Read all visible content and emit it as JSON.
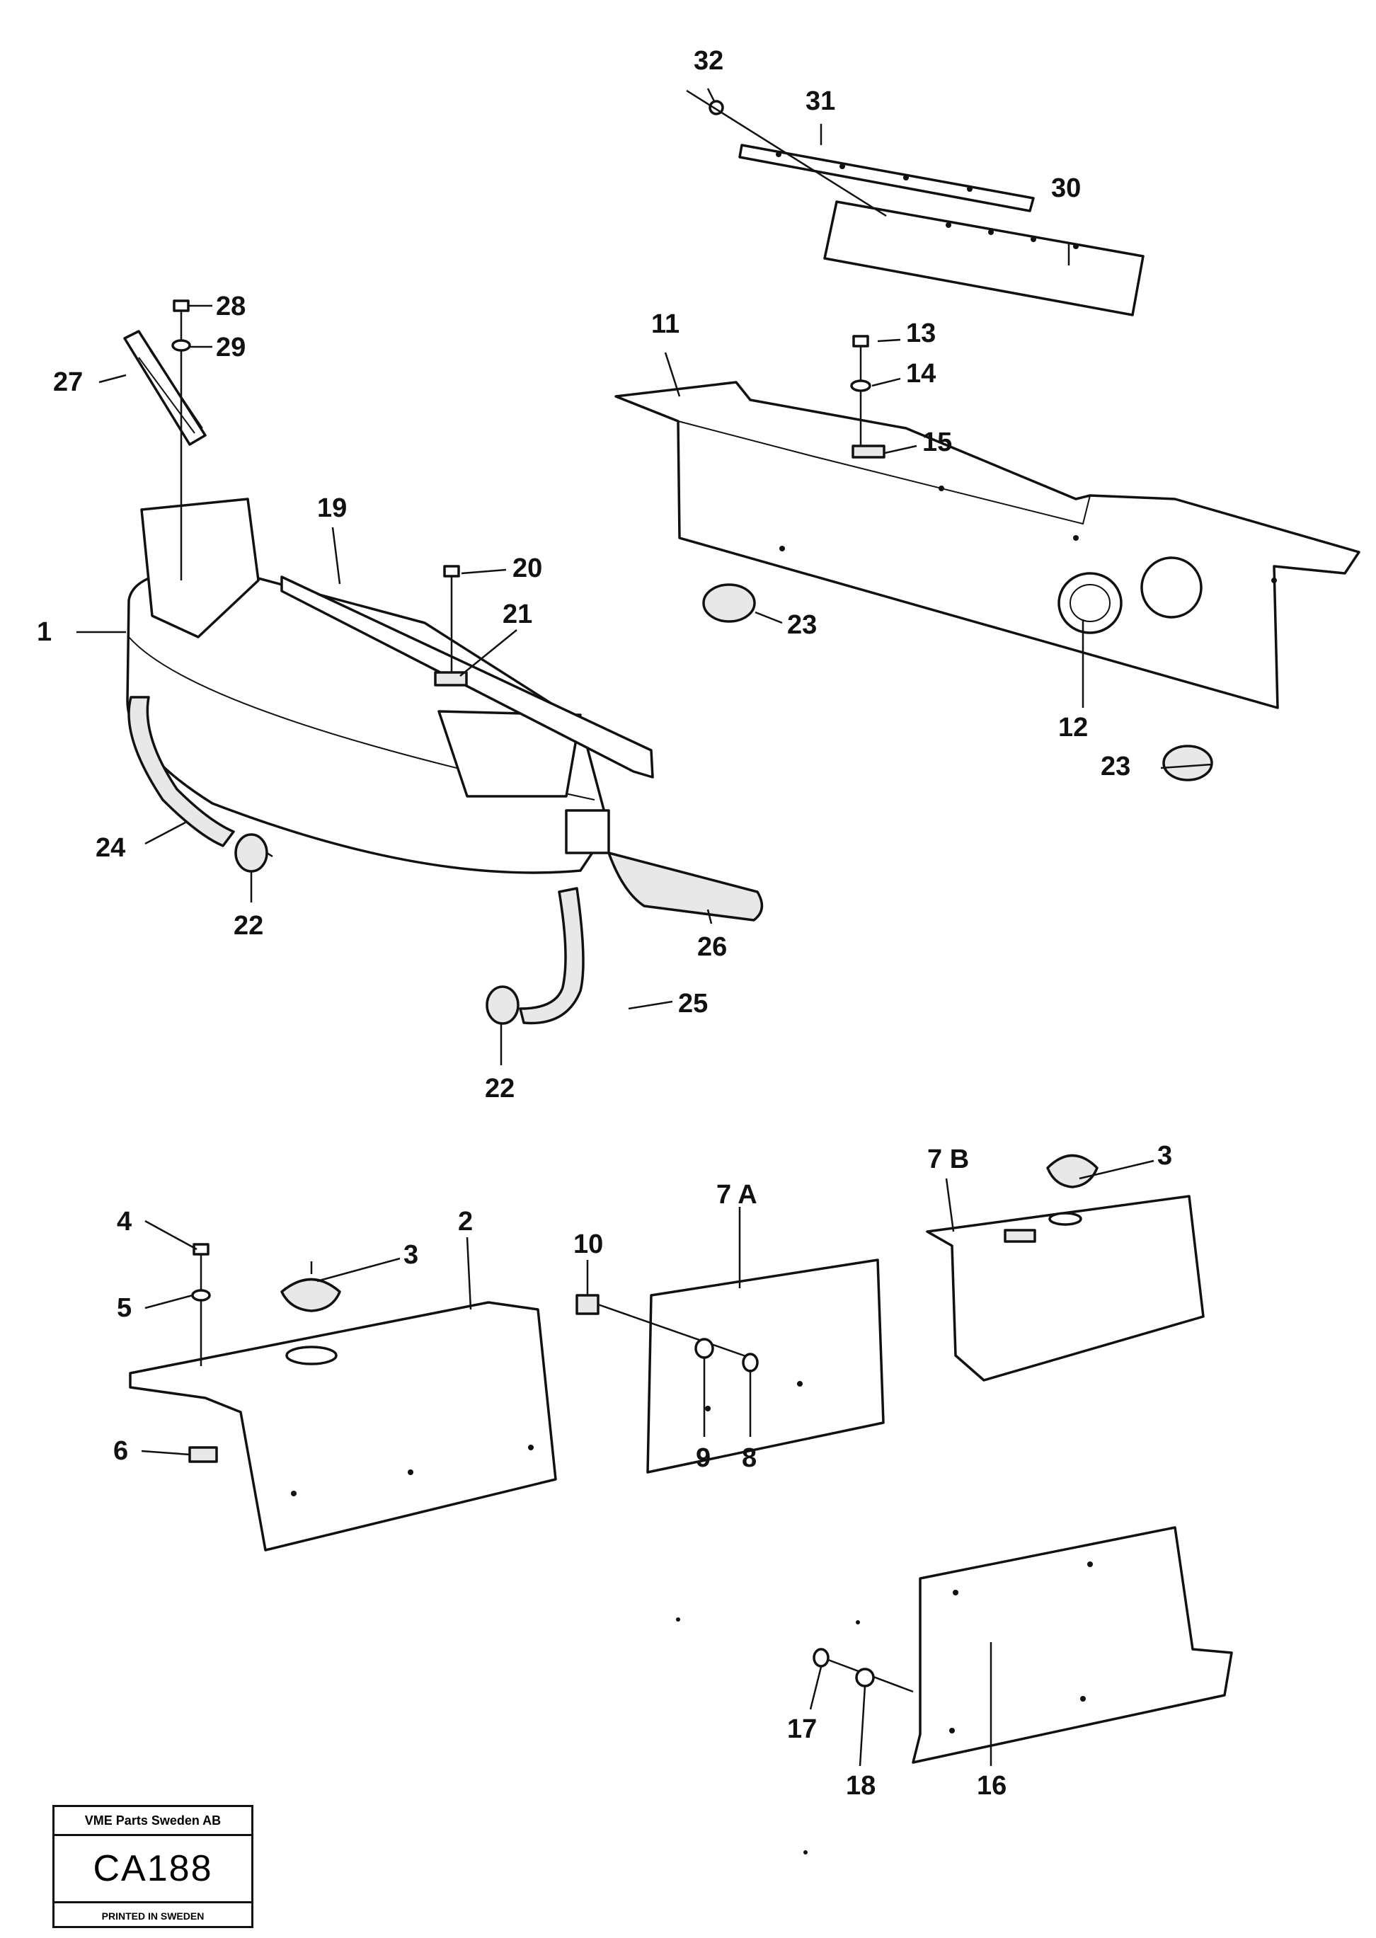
{
  "callouts": {
    "c1": "1",
    "c2": "2",
    "c3a": "3",
    "c3b": "3",
    "c4": "4",
    "c5": "5",
    "c6": "6",
    "c7a": "7 A",
    "c7b": "7 B",
    "c8": "8",
    "c9": "9",
    "c10": "10",
    "c11": "11",
    "c12": "12",
    "c13": "13",
    "c14": "14",
    "c15": "15",
    "c16": "16",
    "c17": "17",
    "c18": "18",
    "c19": "19",
    "c20": "20",
    "c21": "21",
    "c22a": "22",
    "c22b": "22",
    "c23a": "23",
    "c23b": "23",
    "c24": "24",
    "c25": "25",
    "c26": "26",
    "c27": "27",
    "c28": "28",
    "c29": "29",
    "c30": "30",
    "c31": "31",
    "c32": "32"
  },
  "stamp": {
    "company": "VME Parts Sweden AB",
    "code": "CA188",
    "printed": "PRINTED IN SWEDEN"
  }
}
